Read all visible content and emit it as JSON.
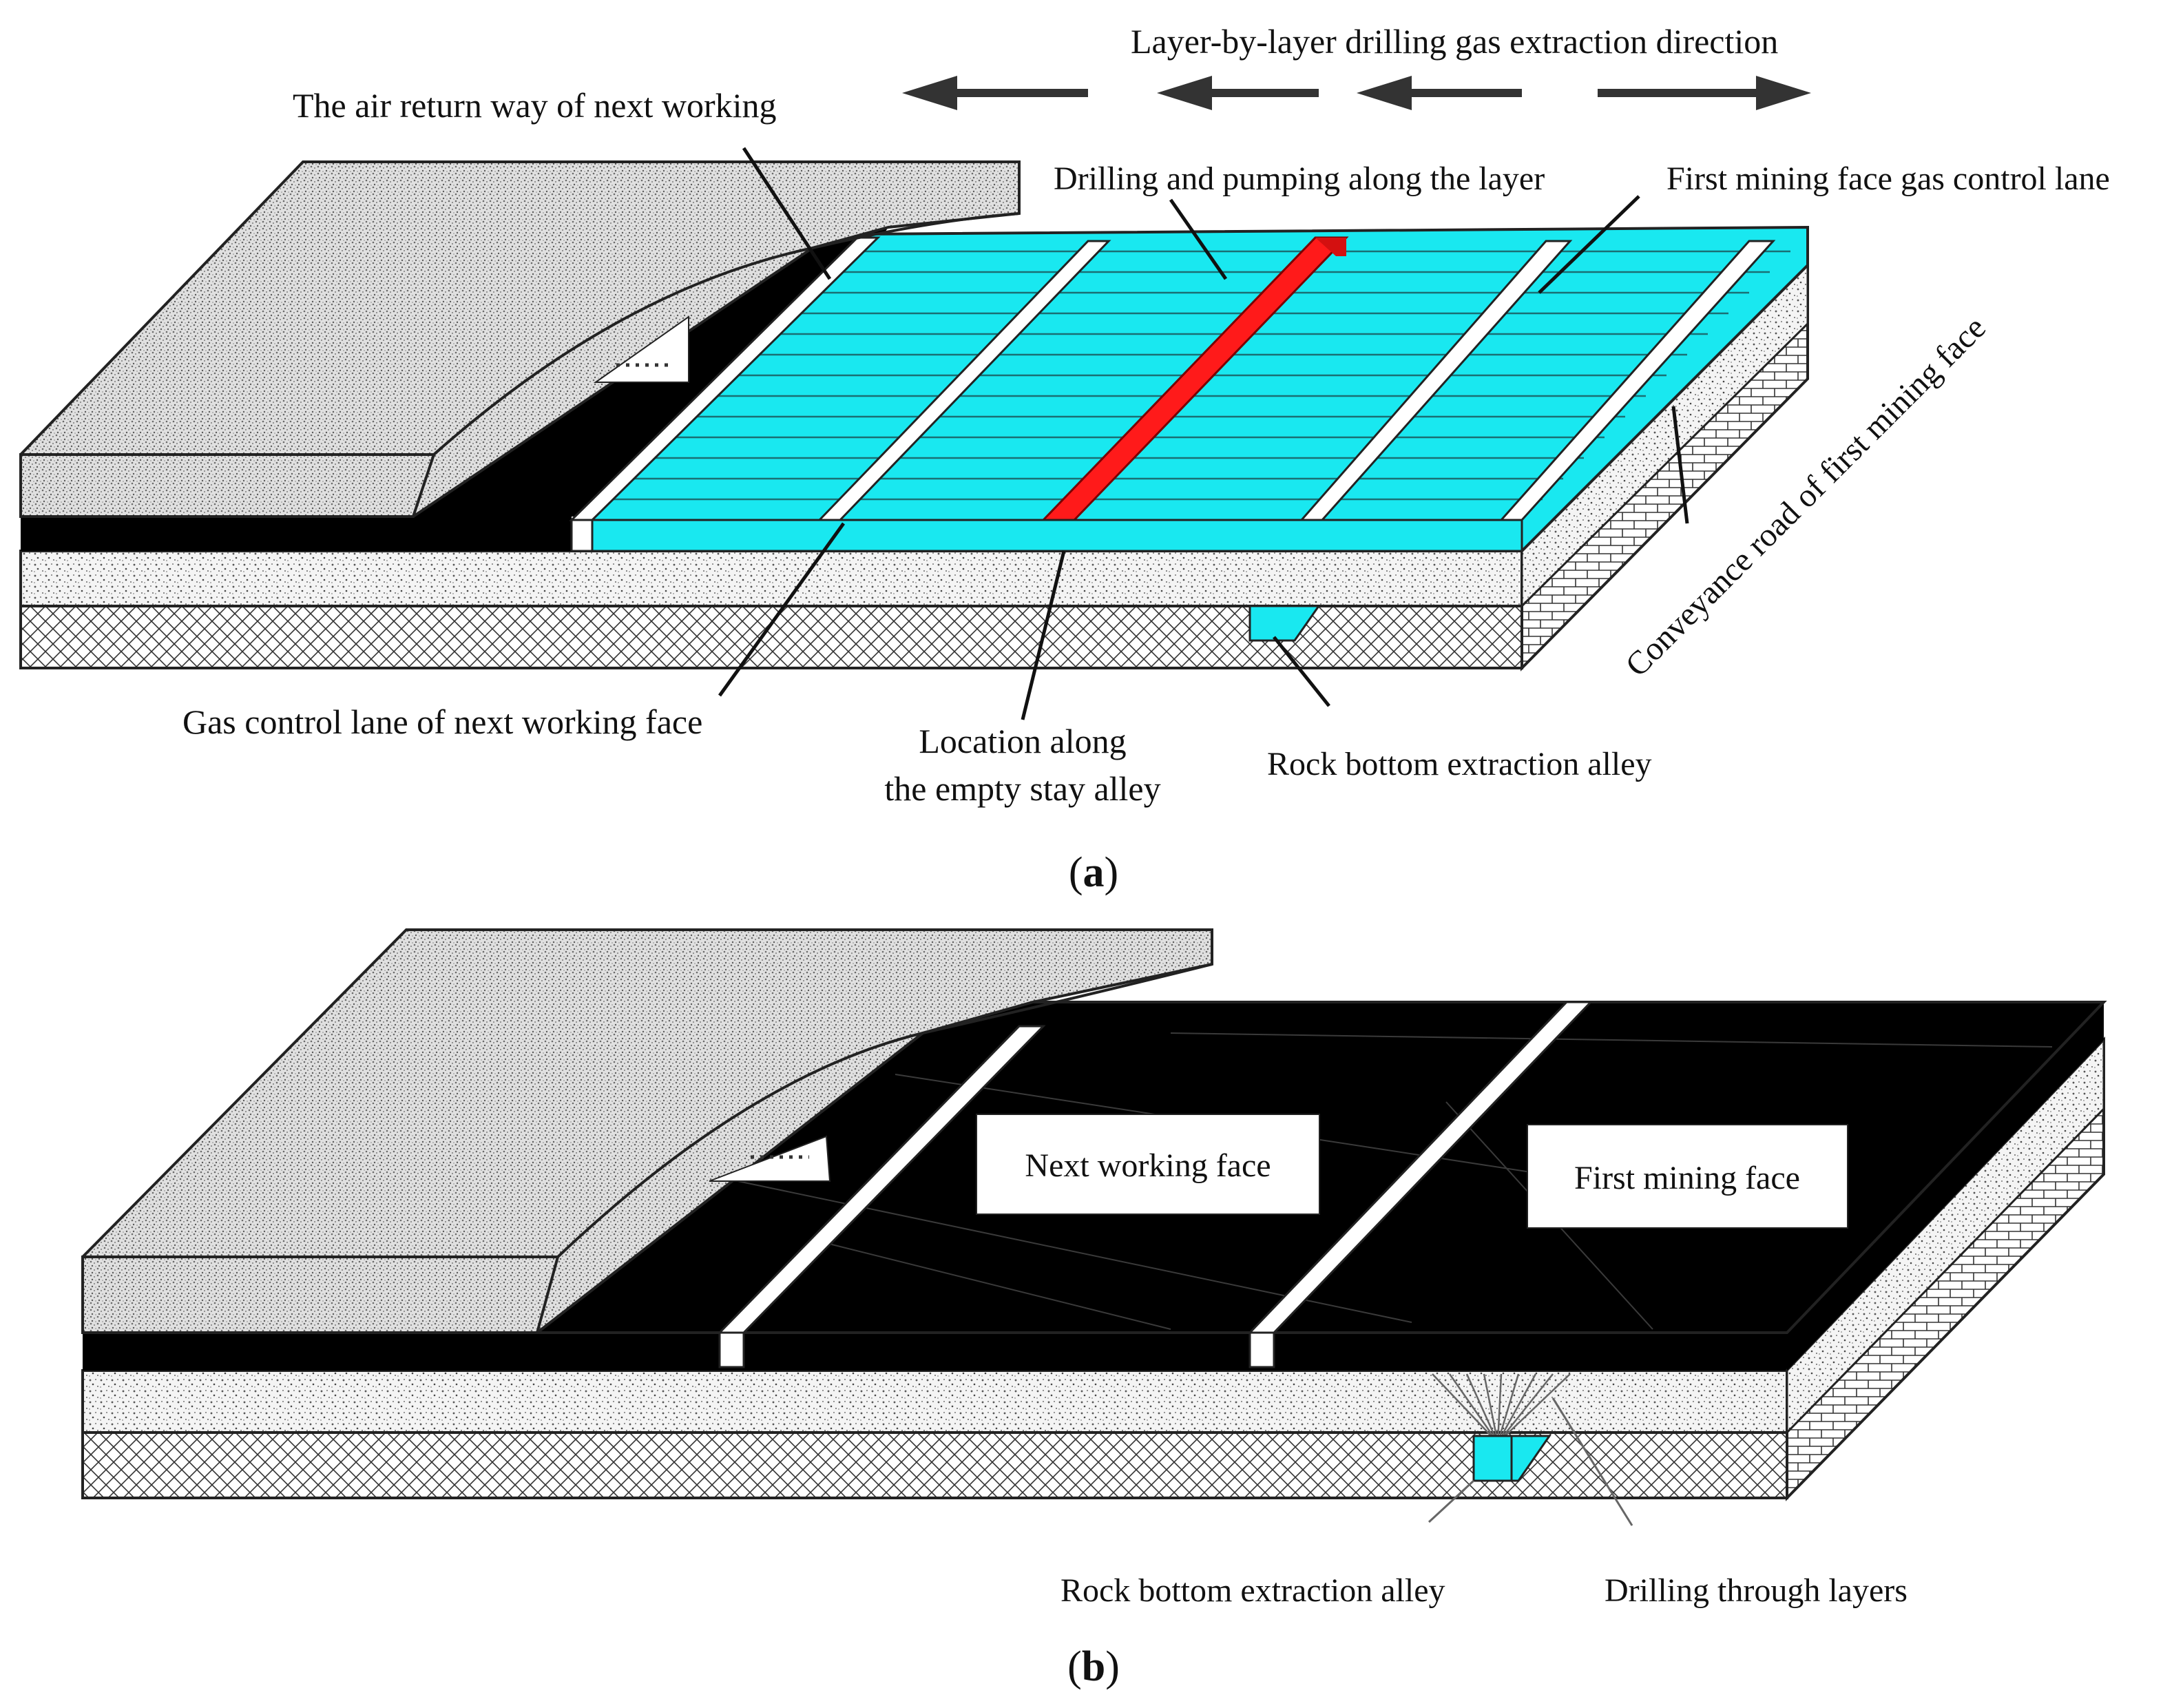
{
  "panel_a": {
    "caption_open": "(",
    "caption_letter": "a",
    "caption_close": ")",
    "direction_title": "Layer-by-layer drilling gas extraction direction",
    "labels": {
      "air_return": "The air return way of next working",
      "drilling_pumping": "Drilling and pumping along the layer",
      "first_face_gas_lane": "First mining face gas control lane",
      "conveyance_road": "Conveyance road of first mining face",
      "gas_control_next": "Gas control lane of next working face",
      "location_line1": "Location along",
      "location_line2": "the empty stay alley",
      "rock_bottom": "Rock bottom extraction alley"
    }
  },
  "panel_b": {
    "caption_open": "(",
    "caption_letter": "b",
    "caption_close": ")",
    "labels": {
      "next_face": "Next working face",
      "first_face": "First mining face",
      "rock_bottom": "Rock bottom extraction alley",
      "drilling_through": "Drilling through layers"
    }
  },
  "colors": {
    "coal": "#000000",
    "drained_zone": "#19e8f0",
    "stay_alley": "#ff1a1a",
    "roof_rock": "#d9d9d9",
    "sandstone": "#f2f2f2",
    "lane": "#ffffff"
  }
}
